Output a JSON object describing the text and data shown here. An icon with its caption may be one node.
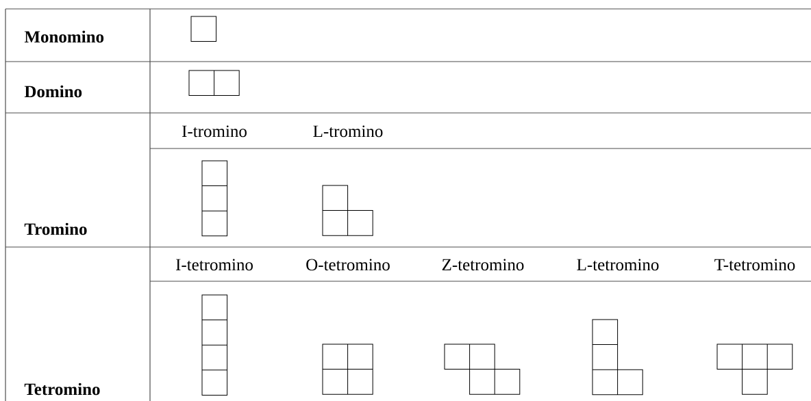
{
  "diagram": {
    "labels": [
      "Monomino",
      "Domino",
      "Tromino",
      "I-tromino",
      "L-tromino",
      "Tetromino",
      "I-tetromino",
      "O-tetromino",
      "Z-tetromino",
      "L-tetromino",
      "T-tetromino"
    ]
  }
}
